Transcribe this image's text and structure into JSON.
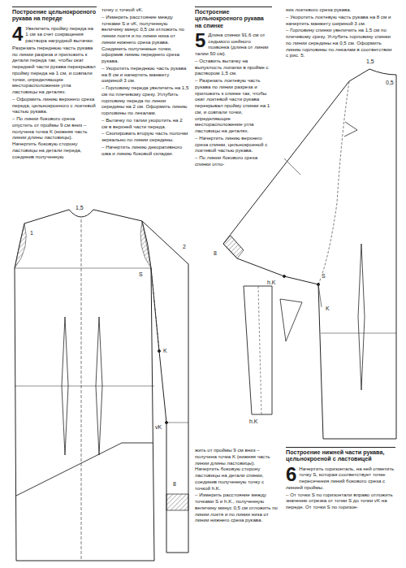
{
  "diagram": {
    "labels": [
      "Построение цельнокроеного рукава на переде",
      "4",
      "Увеличить пройму переда на 1 см за счет сокращения раствора нагрудной вытачки.",
      "Разрезать переднюю часть рукава по линии разреза и приложить к детали переда так, чтобы окат передней части рукава перекрывал пройму переда на 1 см, и совпали точки, определяющие месторасположение угла ластовицы на деталях.",
      "– Оформить линию верхнего среза переда, цельнокроеного с локтевой частью рукава.",
      "– По линии бокового среза опустить от проймы 9 см вниз – получена точка K (нижняя часть линии длины ластовицы). Начертить боковую сторону ластовицы на детали переда, соединив полученную",
      "точку с точкой vK.",
      "– Измерить расстояние между точками S и vK, полученную величину минус 0,5 см отложить по линии локтя и по линии низа от линии нижнего среза рукава. Соединить полученные точки, оформив линию переднего среза рукава.",
      "– Укоротить переднюю часть рукава на 8 см и начертить манжету шириной 3 см.",
      "– Горловину переда увеличить на 1,5 см по плечевому срезу. Углубить горловину переда по линии середины на 2 см. Оформить линию горловины по лекалам.",
      "– Вытачку по талии укоротить на 2 см в верхней части переда.",
      "– Скопировать вторую часть полочки зеркально по линии середины.",
      "– Начертить линию декоративного шва и линию боковой складки.",
      "Построение цельнокроеного рукава на спинке",
      "5",
      "Длина спинки 91,6 см от седьмого шейного позвонка (длина от линии талии 50 см).",
      "– Оставить вытачку на выпуклость лопатки в пройме с раствором 1,5 см.",
      "– Разрезать локтевую часть рукава по линии разреза и приложить к спинке так, чтобы окат локтевой части рукава перекрывал пройму спинки на 1 см, и совпали точки, определяющие месторасположение угла ластовицы на деталях.",
      "– Начертить линию верхнего среза спинки, цельнокроеной с локтевой частью рукава.",
      "– По линии бокового среза спинки отло-",
      "низ локтевого среза рукава.",
      "– Укоротить локтевую часть рукава на 8 см и начертить манжету шириной 3 см.",
      "– Горловину спинки увеличить на 1,5 см по плечевому срезу. Углубить горловину спинки по линии середины на 0,5 см. Оформить линию горловины по лекалам в соответствии с рис. 5.",
      "жить от проймы 9 см вниз – получена точка K (нижняя часть линии длины ластовицы). Начертить боковую сторону ластовицы на детали спинки, соединив полученную точку с точкой h.K.",
      "– Измерить расстояние между точками S и h.K., полученную величину минус 0,5 см отложить по линии локтя и по линии низа от линии нижнего среза рукава.",
      "Построение нижней части рукава, цельнокроеной с ластовицей",
      "6",
      "Начертить горизонталь, на ней отметить точку S, которая соответствует точке пересечения линий бокового среза с линией проймы.",
      "– От точки S по горизонтали вправо отложить значение отрезка от точки S до точки vK на переде. От точки S по горизон-",
      "1,5",
      "1",
      "2",
      "S",
      "K",
      "vK",
      "8",
      "1,5",
      "0,5",
      "h.K",
      "S",
      "K",
      "h.K",
      "8"
    ]
  }
}
